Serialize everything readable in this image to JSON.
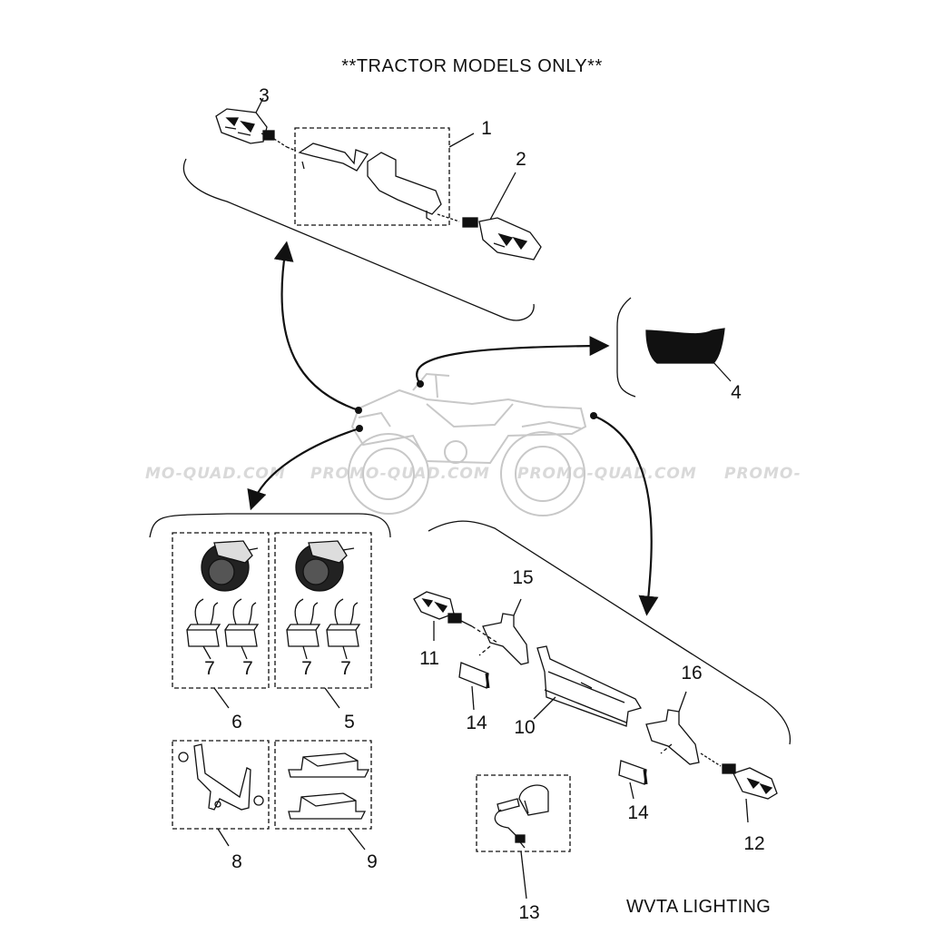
{
  "diagram": {
    "title": "**TRACTOR MODELS ONLY**",
    "footer": "WVTA LIGHTING",
    "watermark": [
      "MO-QUAD.COM",
      "PROMO-QUAD.COM",
      "PROMO-QUAD.COM",
      "PROMO-"
    ],
    "callouts": {
      "c1": "1",
      "c2": "2",
      "c3": "3",
      "c4": "4",
      "c5": "5",
      "c6": "6",
      "c7a": "7",
      "c7b": "7",
      "c7c": "7",
      "c7d": "7",
      "c8": "8",
      "c9": "9",
      "c10": "10",
      "c11": "11",
      "c12": "12",
      "c13": "13",
      "c14a": "14",
      "c14b": "14",
      "c15": "15",
      "c16": "16"
    }
  },
  "colors": {
    "line": "#111111",
    "watermark": "#d9d9d9",
    "vehicle": "#c8c8c8"
  }
}
